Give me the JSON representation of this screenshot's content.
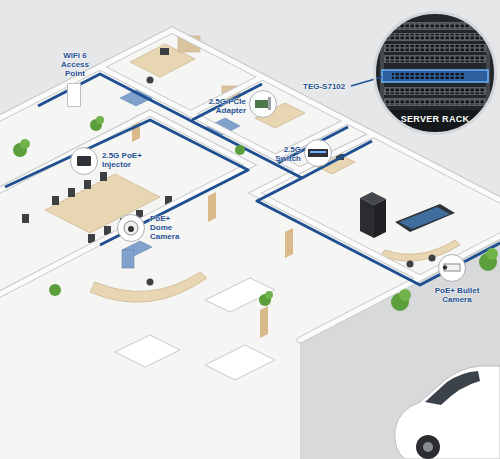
{
  "diagram": {
    "nodes": [
      {
        "text": [
          "WiFi 6 Access Point"
        ]
      },
      {
        "text": [
          "SERVER RACK"
        ]
      },
      {
        "text": [
          "2.5G PCIe Adapter"
        ]
      },
      {
        "text": [
          "2.5G Switch"
        ]
      },
      {
        "text": [
          "2.5G PoE+ Injector"
        ]
      },
      {
        "text": [
          "PoE+ Dome Camera"
        ]
      },
      {
        "text": [
          "PoE+ Bullet Camera"
        ]
      }
    ],
    "labels": [
      "TEG-S7102"
    ]
  }
}
